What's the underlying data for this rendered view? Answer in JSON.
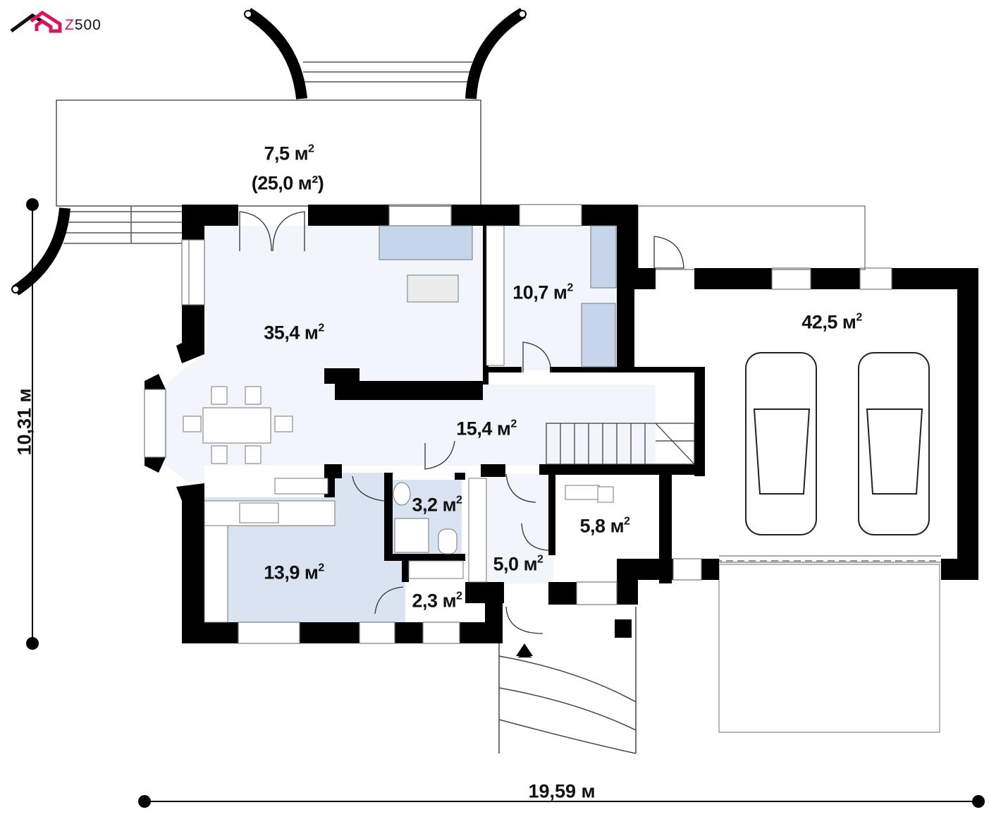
{
  "logo": {
    "text_z": "Z",
    "text_rest": "500",
    "brand_color": "#d6175f"
  },
  "unit_sup": "2",
  "rooms": [
    {
      "id": "terrace",
      "area": "7,5 м",
      "note": "(25,0 м²)"
    },
    {
      "id": "living",
      "area": "35,4 м"
    },
    {
      "id": "office",
      "area": "10,7 м"
    },
    {
      "id": "garage",
      "area": "42,5 м"
    },
    {
      "id": "hall",
      "area": "15,4 м"
    },
    {
      "id": "bathroom",
      "area": "3,2 м"
    },
    {
      "id": "boiler",
      "area": "5,8 м"
    },
    {
      "id": "kitchen",
      "area": "13,9 м"
    },
    {
      "id": "vestibule",
      "area": "5,0 м"
    },
    {
      "id": "pantry",
      "area": "2,3 м"
    }
  ],
  "dimensions": {
    "height": "10,31 м",
    "width": "19,59 м"
  },
  "colors": {
    "wall": "#000000",
    "living_fill": "#f2f6fc",
    "wet_fill": "#dae3f1",
    "furniture": "#c7d5ea"
  }
}
